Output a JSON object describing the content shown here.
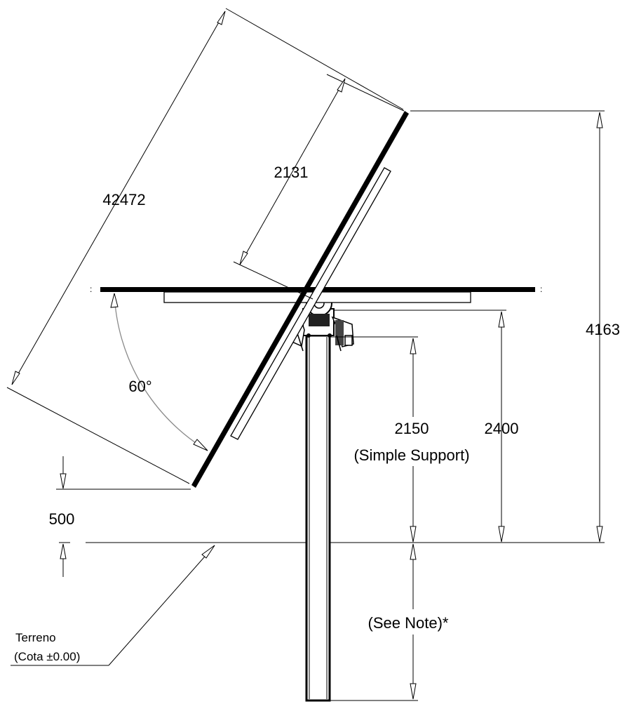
{
  "dimensions": {
    "panel_diagonal": "42472",
    "upper_panel_length": "2131",
    "top_height": "4163",
    "pivot_height": "2400",
    "support_height": "2150",
    "support_label": "(Simple Support)",
    "min_ground_clearance": "500",
    "tilt_angle": "60°",
    "embedment_note": "(See Note)*"
  },
  "ground_label": {
    "line1": "Terreno",
    "line2": "(Cota ±0.00)"
  },
  "colors": {
    "line": "#000000",
    "arc": "#8a8a8a",
    "background": "#ffffff"
  }
}
